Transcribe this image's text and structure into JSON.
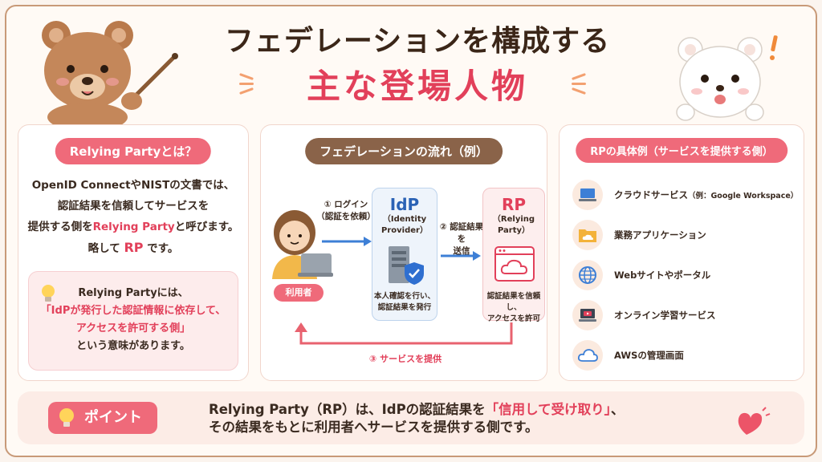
{
  "header": {
    "title_line1": "フェデレーションを構成する",
    "title_line2": "主な登場人物"
  },
  "panel_left": {
    "pill": "Relying Partyとは？",
    "line1": "OpenID ConnectやNISTの文書では、",
    "line2": "認証結果を信頼してサービスを",
    "line3_a": "提供する側を",
    "line3_b": "Relying Party",
    "line3_c": "と呼びます。",
    "line4_a": "略して ",
    "line4_b": "RP",
    "line4_c": " です。",
    "note_line1": "Relying Partyには、",
    "note_line2": "「IdPが発行した認証情報に依存して、",
    "note_line3": "アクセスを許可する側」",
    "note_line4": "という意味があります。"
  },
  "panel_center": {
    "pill": "フェデレーションの流れ（例）",
    "step1_line1": "① ログイン",
    "step1_line2": "（認証を依頼）",
    "step2_line1": "② 認証結果を",
    "step2_line2": "送信",
    "step3": "③ サービスを提供",
    "user_label": "利用者",
    "idp_title": "IdP",
    "idp_sub1": "（Identity",
    "idp_sub2": "Provider）",
    "idp_desc1": "本人確認を行い、",
    "idp_desc2": "認証結果を発行",
    "rp_title": "RP",
    "rp_sub1": "（Relying",
    "rp_sub2": "Party）",
    "rp_desc1": "認証結果を信頼し、",
    "rp_desc2": "アクセスを許可"
  },
  "panel_right": {
    "pill": "RPの具体例（サービスを提供する側）",
    "items": [
      {
        "label": "クラウドサービス",
        "note": "（例：Google Workspace）",
        "icon": "laptop-icon"
      },
      {
        "label": "業務アプリケーション",
        "note": "",
        "icon": "folder-cloud-icon"
      },
      {
        "label": "Webサイトやポータル",
        "note": "",
        "icon": "globe-icon"
      },
      {
        "label": "オンライン学習サービス",
        "note": "",
        "icon": "video-laptop-icon"
      },
      {
        "label": "AWSの管理画面",
        "note": "",
        "icon": "cloud-icon"
      }
    ]
  },
  "point": {
    "pill": "ポイント",
    "line1_a": "Relying Party（RP）は、IdPの認証結果を",
    "line1_b": "「信用して受け取り」",
    "line1_c": "、",
    "line2": "その結果をもとに利用者へサービスを提供する側です。"
  },
  "colors": {
    "accent_red": "#e2405a",
    "pill_red": "#ef6a7a",
    "brown": "#8a6349",
    "idp_blue": "#2a62b5"
  }
}
